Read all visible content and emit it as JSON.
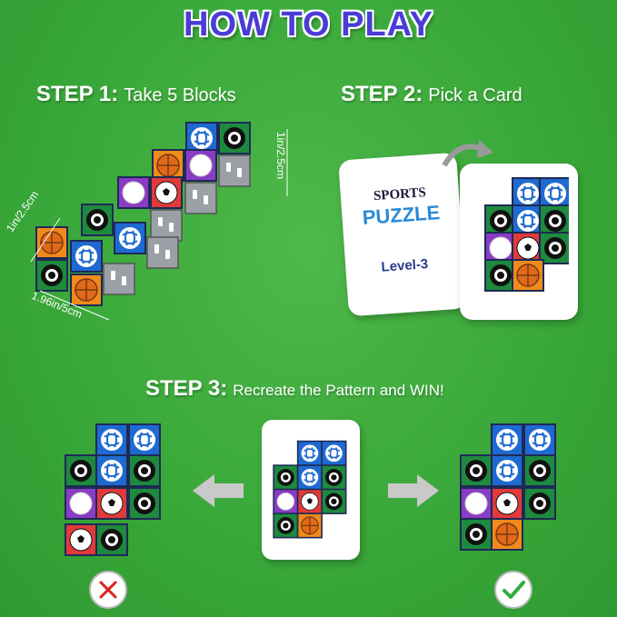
{
  "title": "HOW TO PLAY",
  "step1": {
    "label": "STEP 1:",
    "text": "Take 5 Blocks"
  },
  "step2": {
    "label": "STEP 2:",
    "text": "Pick a Card"
  },
  "step3": {
    "label": "STEP 3:",
    "text": "Recreate the Pattern and WIN!"
  },
  "dimensions": {
    "height": "1in/2.5cm",
    "depth": "1in/2.5cm",
    "width": "1.96in/5cm"
  },
  "card_back": {
    "line1": "SPORTS",
    "line2": "PUZZLE",
    "level": "Level-3"
  },
  "icons": {
    "wrong": "cross-icon",
    "right": "checkmark-icon"
  },
  "colors": {
    "background": "#3aa83a",
    "title": "#4a3cd6",
    "wrong": "#e02020",
    "right": "#2fae3a"
  }
}
